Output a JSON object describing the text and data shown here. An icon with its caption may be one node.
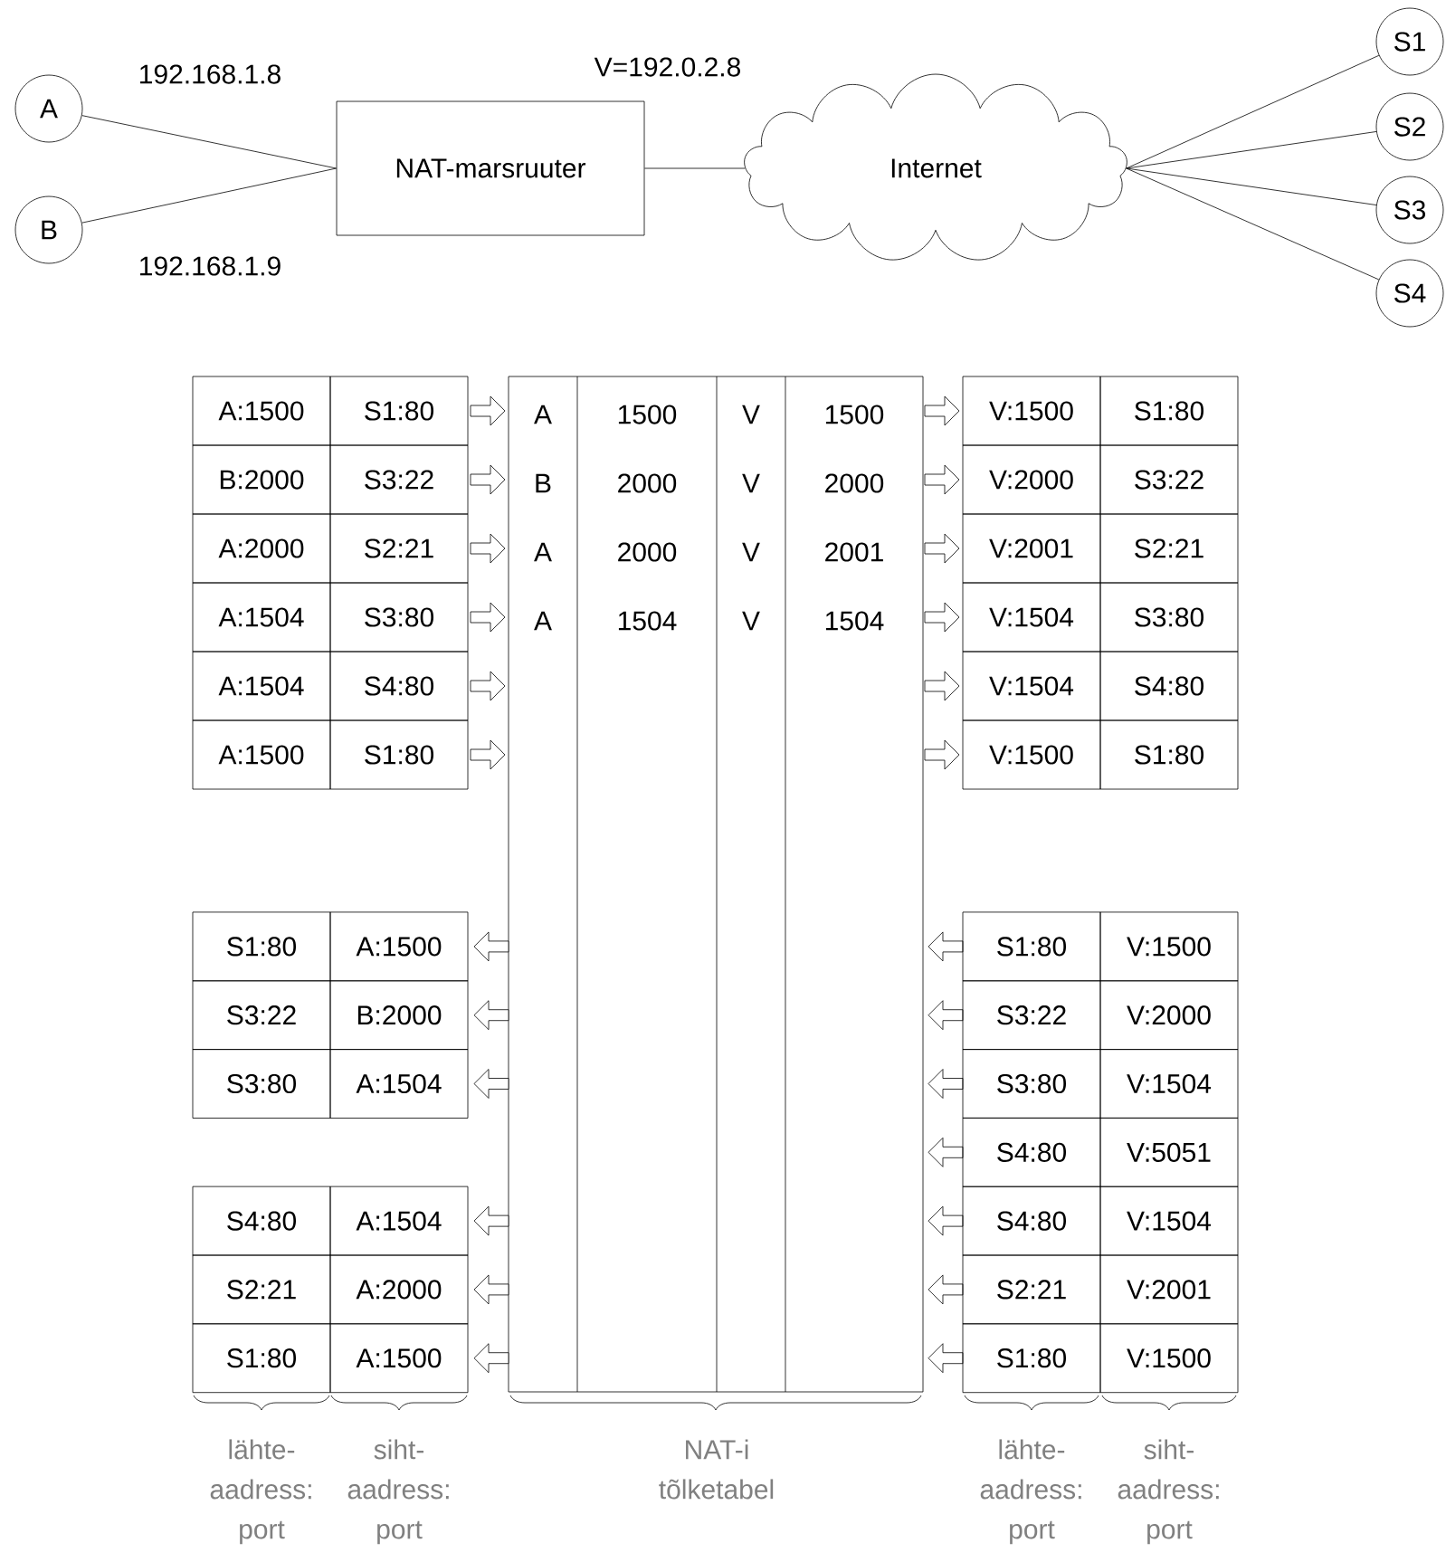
{
  "diagram": {
    "nodes": [
      {
        "text": [
          "A"
        ]
      },
      {
        "text": [
          "B"
        ]
      },
      {
        "text": [
          "NAT-marsruuter"
        ]
      },
      {
        "text": [
          "Internet"
        ]
      },
      {
        "text": [
          "S1"
        ]
      },
      {
        "text": [
          "S2"
        ]
      },
      {
        "text": [
          "S3"
        ]
      },
      {
        "text": [
          "S4"
        ]
      }
    ],
    "edges": [
      {
        "from": 0,
        "to": 2,
        "arrow": "none"
      },
      {
        "from": 1,
        "to": 2,
        "arrow": "none"
      },
      {
        "from": 2,
        "to": 3,
        "arrow": "none"
      },
      {
        "from": 3,
        "to": 4,
        "arrow": "none"
      },
      {
        "from": 3,
        "to": 5,
        "arrow": "none"
      },
      {
        "from": 3,
        "to": 6,
        "arrow": "none"
      },
      {
        "from": 3,
        "to": 7,
        "arrow": "none"
      }
    ],
    "labels": [
      "192.168.1.8",
      "V=192.0.2.8",
      "192.168.1.9",
      "A:1500",
      "S1:80",
      "A",
      "1500",
      "V",
      "1500",
      "V:1500",
      "S1:80",
      "B:2000",
      "S3:22",
      "B",
      "2000",
      "V",
      "2000",
      "V:2000",
      "S3:22",
      "A:2000",
      "S2:21",
      "A",
      "2000",
      "V",
      "2001",
      "V:2001",
      "S2:21",
      "A:1504",
      "S3:80",
      "A",
      "1504",
      "V",
      "1504",
      "V:1504",
      "S3:80",
      "A:1504",
      "S4:80",
      "V:1504",
      "S4:80",
      "A:1500",
      "S1:80",
      "V:1500",
      "S1:80",
      "S1:80",
      "A:1500",
      "S1:80",
      "V:1500",
      "S3:22",
      "B:2000",
      "S3:22",
      "V:2000",
      "S3:80",
      "A:1504",
      "S3:80",
      "V:1504",
      "S4:80",
      "V:5051",
      "S4:80",
      "A:1504",
      "S4:80",
      "V:1504",
      "S2:21",
      "A:2000",
      "S2:21",
      "V:2001",
      "S1:80",
      "A:1500",
      "S1:80",
      "V:1500",
      "lähte- aadress: port",
      "siht- aadress: port",
      "NAT-i tõlketabel",
      "lähte- aadress: port",
      "siht- aadress: port"
    ]
  }
}
